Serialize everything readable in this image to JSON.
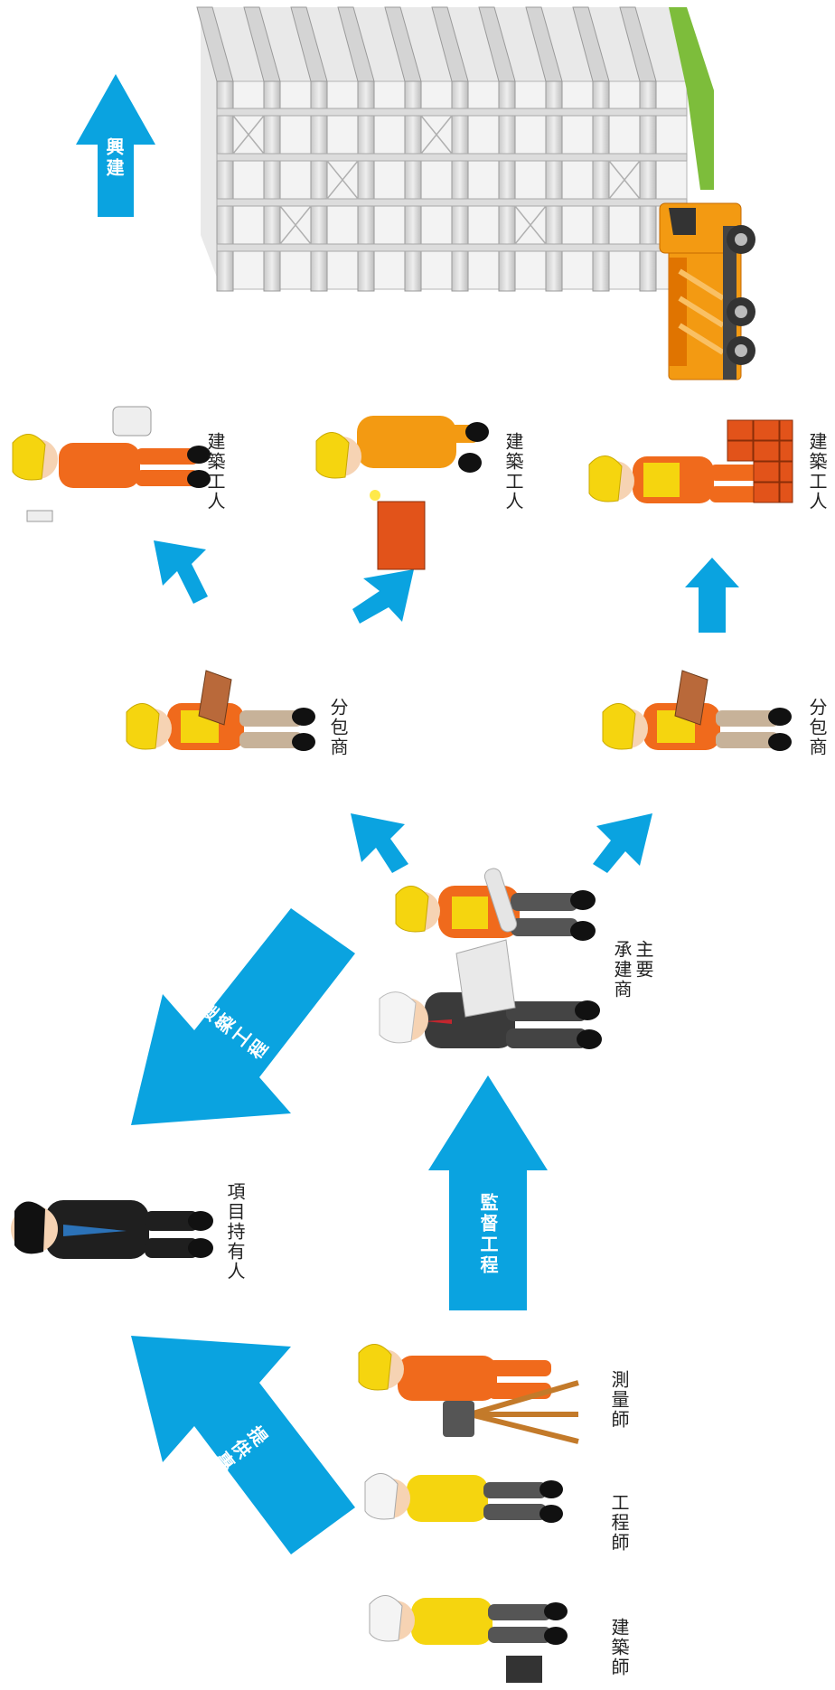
{
  "labels": {
    "build": "興建",
    "execute": "執行建築工程",
    "supervise": "監督工程",
    "advise": "提供專業意見",
    "owner": "項目持有人",
    "main_contractor_1": "主要",
    "main_contractor_2": "承建商",
    "subcontractor_top": "分包商",
    "subcontractor_bottom": "分包商",
    "worker_1": "建築工人",
    "worker_2": "建築工人",
    "worker_3": "建築工人",
    "architect": "建築師",
    "engineer": "工程師",
    "surveyor": "測量師"
  },
  "colors": {
    "arrow": "#0aa3e0",
    "hardhat_yellow": "#f5d50f",
    "hardhat_white": "#f4f4f4",
    "vest_orange": "#f06a1c",
    "suit_black": "#1f1f1f",
    "truck_orange": "#f39a12"
  }
}
